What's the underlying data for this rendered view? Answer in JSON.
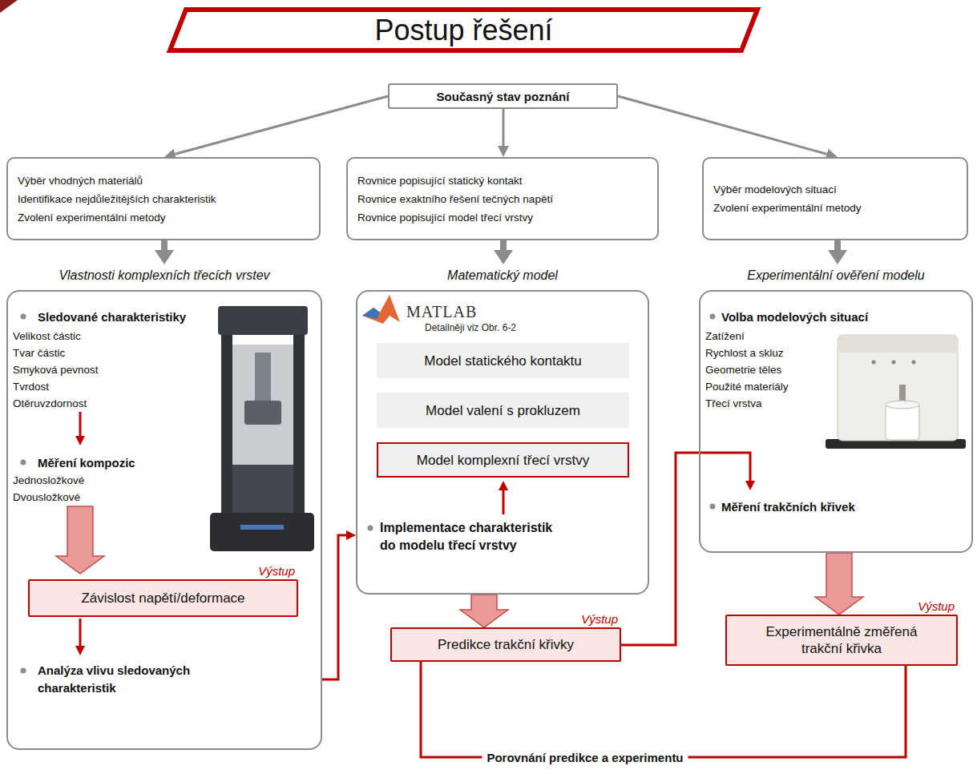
{
  "diagram": {
    "title": "Postup řešení",
    "nodes": [
      {
        "text": [
          "Současný stav poznání"
        ]
      },
      {
        "text": [
          "Výběr vhodných materiálů",
          "Identifikace nejdůležitějších charakteristik",
          "Zvolení experimentální metody"
        ]
      },
      {
        "text": [
          "Rovnice popisující statický kontakt",
          "Rovnice exaktního řešení tečných napětí",
          "Rovnice popisující model třecí vrstvy"
        ]
      },
      {
        "text": [
          "Výběr modelových situací",
          "Zvolení experimentální metody"
        ]
      },
      {
        "text": [
          "Vlastnosti komplexních třecích vrstev",
          "Sledované charakteristiky",
          "Velikost částic",
          "Tvar částic",
          "Smyková pevnost",
          "Tvrdost",
          "Otěruvzdornost",
          "Měření kompozic",
          "Jednosložkové",
          "Dvousložkové",
          "Analýza vlivu sledovaných charakteristik"
        ]
      },
      {
        "text": [
          "Výstup",
          "Závislost napětí/deformace"
        ],
        "in": 4
      },
      {
        "text": [
          "Matematický model",
          "MATLAB",
          "Detailněji viz Obr. 6-2",
          "Implementace charakteristik do modelu třecí vrstvy"
        ]
      },
      {
        "text": [
          "Model statického kontaktu"
        ],
        "in": 6
      },
      {
        "text": [
          "Model valení s prokluzem"
        ],
        "in": 6
      },
      {
        "text": [
          "Model komplexní třecí vrstvy"
        ],
        "in": 6
      },
      {
        "text": [
          "Výstup",
          "Predikce trakční křivky"
        ]
      },
      {
        "text": [
          "Experimentální ověření modelu",
          "Volba modelových situací",
          "Zatížení",
          "Rychlost a skluz",
          "Geometrie těles",
          "Použité materiály",
          "Třecí vrstva",
          "Měření trakčních křivek"
        ]
      },
      {
        "text": [
          "Výstup",
          "Experimentálně změřená trakční křivka"
        ]
      }
    ],
    "edges": [
      {
        "from": 0,
        "to": 1,
        "arrow": "to"
      },
      {
        "from": 0,
        "to": 2,
        "arrow": "to"
      },
      {
        "from": 0,
        "to": 3,
        "arrow": "to"
      },
      {
        "from": 1,
        "to": 4,
        "arrow": "to"
      },
      {
        "from": 2,
        "to": 6,
        "arrow": "to"
      },
      {
        "from": 3,
        "to": 11,
        "arrow": "to"
      },
      {
        "from": 4,
        "to": 6,
        "arrow": "to"
      },
      {
        "from": 6,
        "to": 10,
        "arrow": "to"
      },
      {
        "from": 11,
        "to": 12,
        "arrow": "to"
      },
      {
        "from": 10,
        "to": 11,
        "arrow": "none"
      },
      {
        "from": 10,
        "to": 12,
        "arrow": "none",
        "label": "Porovnání predikce a experimentu"
      }
    ]
  }
}
